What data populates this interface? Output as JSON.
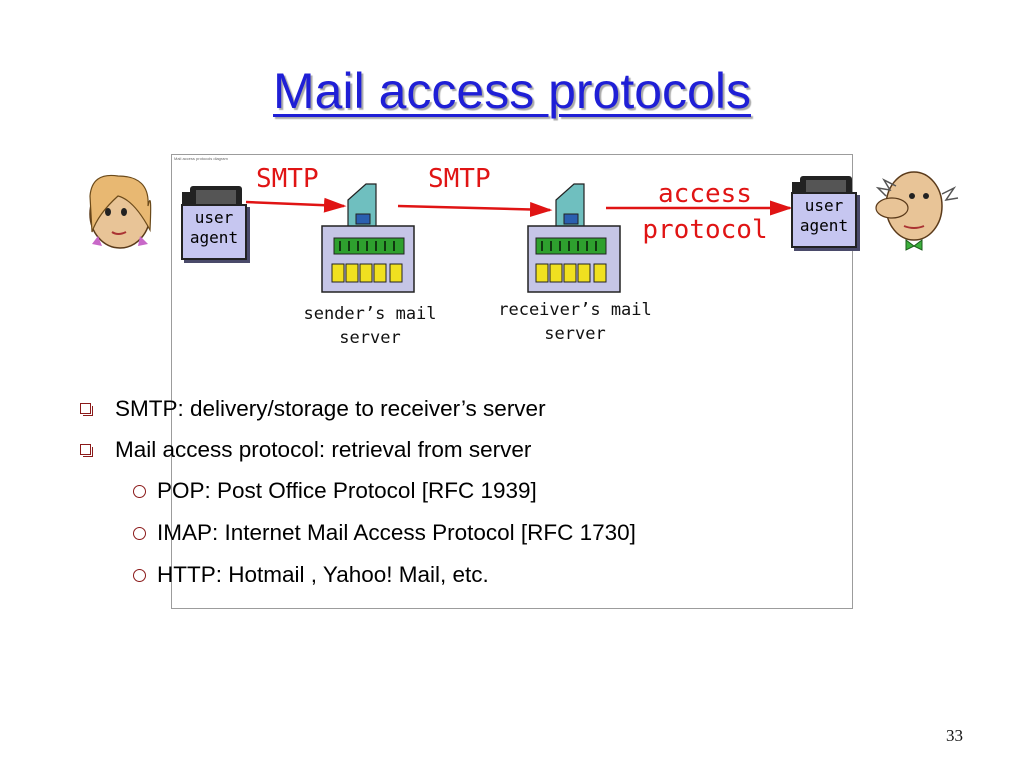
{
  "slide": {
    "title": "Mail access protocols",
    "page_number": "33"
  },
  "diagram": {
    "tiny_caption": "Mail access protocols diagram",
    "left_user_agent": [
      "user",
      "agent"
    ],
    "right_user_agent": [
      "user",
      "agent"
    ],
    "smtp_label_1": "SMTP",
    "smtp_label_2": "SMTP",
    "access_protocol": [
      "access",
      "protocol"
    ],
    "sender_server_caption": [
      "sender’s mail",
      "server"
    ],
    "receiver_server_caption": [
      "receiver’s mail",
      "server"
    ],
    "colors": {
      "arrow": "#e01414",
      "title": "#1f1fd6",
      "bullet": "#8b1a1a"
    },
    "icons": [
      "woman-face-icon",
      "computer-icon",
      "mail-server-icon",
      "man-face-icon"
    ]
  },
  "bullets": [
    {
      "text": "SMTP: delivery/storage to receiver’s server",
      "level": 1
    },
    {
      "text": "Mail access protocol: retrieval from server",
      "level": 1
    },
    {
      "text": "POP: Post Office Protocol [RFC 1939]",
      "level": 2
    },
    {
      "text": "IMAP: Internet Mail Access Protocol [RFC 1730]",
      "level": 2
    },
    {
      "text": "HTTP: Hotmail , Yahoo! Mail, etc.",
      "level": 2
    }
  ]
}
